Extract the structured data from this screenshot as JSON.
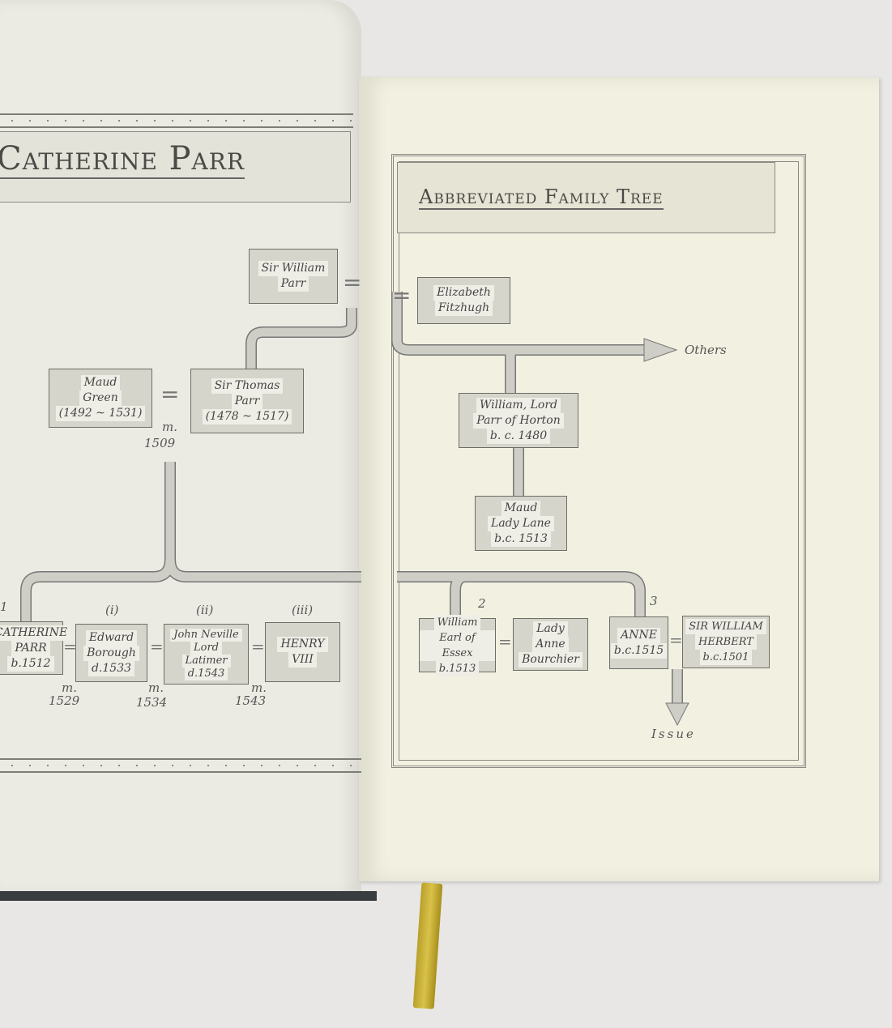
{
  "left_page": {
    "title": "Catherine Parr"
  },
  "right_page": {
    "title": "Abbreviated Family Tree"
  },
  "people": {
    "sir_william_parr": [
      "Sir William",
      "Parr"
    ],
    "elizabeth_fitzhugh": [
      "Elizabeth",
      "Fitzhugh"
    ],
    "maud_green": [
      "Maud",
      "Green",
      "(1492 ~ 1531)"
    ],
    "sir_thomas_parr": [
      "Sir Thomas",
      "Parr",
      "(1478 ~ 1517)"
    ],
    "william_lord_parr": [
      "William, Lord",
      "Parr of Horton",
      "b. c. 1480"
    ],
    "maud_lady_lane": [
      "Maud",
      "Lady Lane",
      "b.c. 1513"
    ],
    "catherine_parr": [
      "CATHERINE",
      "PARR",
      "b.1512"
    ],
    "edward_borough": [
      "Edward",
      "Borough",
      "d.1533"
    ],
    "john_neville": [
      "John Neville",
      "Lord",
      "Latimer",
      "d.1543"
    ],
    "henry_viii": [
      "HENRY",
      "VIII"
    ],
    "william_essex": [
      "William",
      "Earl of Essex",
      "b.1513"
    ],
    "lady_anne_bourchier": [
      "Lady",
      "Anne",
      "Bourchier"
    ],
    "anne": [
      "ANNE",
      "b.c.1515"
    ],
    "sir_william_herbert": [
      "SIR WILLIAM",
      "HERBERT",
      "b.c.1501"
    ]
  },
  "labels": {
    "m": "m.",
    "m1509": "1509",
    "m1529": "1529",
    "m1534": "1534",
    "m1543": "1543",
    "others": "Others",
    "issue": "Issue",
    "eq": "=",
    "c1": "1",
    "c2": "2",
    "c3": "3",
    "r1": "(i)",
    "r2": "(ii)",
    "r3": "(iii)"
  }
}
